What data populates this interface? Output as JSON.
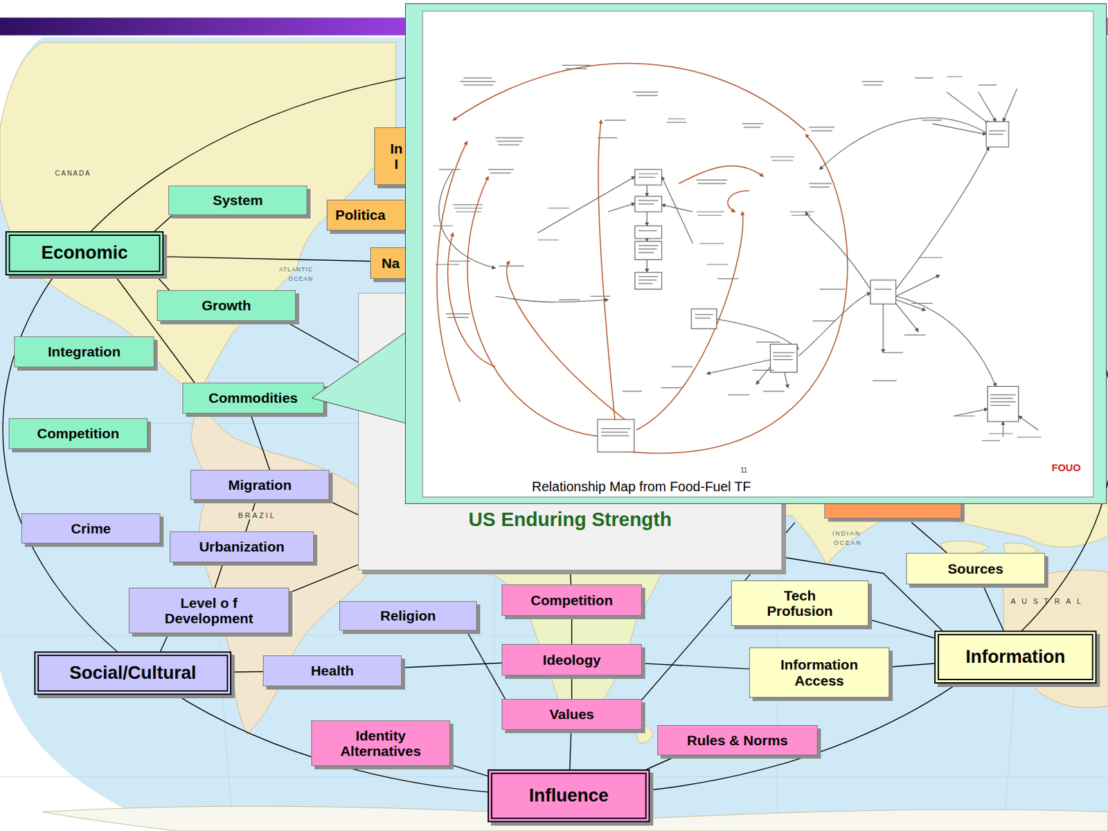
{
  "diagram": {
    "nodes": [
      {
        "text": [
          "Economic"
        ]
      },
      {
        "text": [
          "System"
        ]
      },
      {
        "text": [
          "Growth"
        ]
      },
      {
        "text": [
          "Integration"
        ]
      },
      {
        "text": [
          "Commodities"
        ]
      },
      {
        "text": [
          "Competition"
        ]
      },
      {
        "text": [
          "In I"
        ]
      },
      {
        "text": [
          "Politica"
        ]
      },
      {
        "text": [
          "Na"
        ]
      },
      {
        "text": [
          "Relationship Map from Food-Fuel TF"
        ]
      },
      {
        "text": [
          "US Enduring Strength"
        ]
      },
      {
        "text": [
          "Migration"
        ]
      },
      {
        "text": [
          "Crime"
        ]
      },
      {
        "text": [
          "Urbanization"
        ]
      },
      {
        "text": [
          "Level o f Development"
        ]
      },
      {
        "text": [
          "Religion"
        ]
      },
      {
        "text": [
          "Social/Cultural"
        ]
      },
      {
        "text": [
          "Health"
        ]
      },
      {
        "text": [
          "Competition"
        ]
      },
      {
        "text": [
          "Ideology"
        ]
      },
      {
        "text": [
          "Values"
        ]
      },
      {
        "text": [
          "Identity Alternatives"
        ]
      },
      {
        "text": [
          "Rules & Norms"
        ]
      },
      {
        "text": [
          "Influence"
        ]
      },
      {
        "text": [
          "Tech Profusion"
        ]
      },
      {
        "text": [
          "Information Access"
        ]
      },
      {
        "text": [
          "Sources"
        ]
      },
      {
        "text": [
          "Information"
        ]
      }
    ],
    "edges": [
      {
        "from": 0,
        "to": 1,
        "arrow": "none"
      },
      {
        "from": 0,
        "to": 2,
        "arrow": "none"
      },
      {
        "from": 0,
        "to": 4,
        "arrow": "none"
      },
      {
        "from": 0,
        "to": 8,
        "arrow": "none"
      },
      {
        "from": 4,
        "to": 9,
        "arrow": "none"
      },
      {
        "from": 2,
        "to": 10,
        "arrow": "none"
      },
      {
        "from": 4,
        "to": 11,
        "arrow": "none"
      },
      {
        "from": 11,
        "to": 10,
        "arrow": "none"
      },
      {
        "from": 11,
        "to": 13,
        "arrow": "none"
      },
      {
        "from": 13,
        "to": 14,
        "arrow": "none"
      },
      {
        "from": 14,
        "to": 10,
        "arrow": "none"
      },
      {
        "from": 14,
        "to": 16,
        "arrow": "none"
      },
      {
        "from": 15,
        "to": 20,
        "arrow": "none"
      },
      {
        "from": 16,
        "to": 17,
        "arrow": "none"
      },
      {
        "from": 17,
        "to": 19,
        "arrow": "none"
      },
      {
        "from": 10,
        "to": 18,
        "arrow": "none"
      },
      {
        "from": 18,
        "to": 19,
        "arrow": "none"
      },
      {
        "from": 19,
        "to": 20,
        "arrow": "none"
      },
      {
        "from": 20,
        "to": 23,
        "arrow": "none"
      },
      {
        "from": 21,
        "to": 23,
        "arrow": "none"
      },
      {
        "from": 22,
        "to": 23,
        "arrow": "none"
      },
      {
        "from": 19,
        "to": 25,
        "arrow": "none"
      },
      {
        "from": 25,
        "to": 27,
        "arrow": "none"
      },
      {
        "from": 24,
        "to": 27,
        "arrow": "none"
      },
      {
        "from": 26,
        "to": 27,
        "arrow": "none"
      },
      {
        "from": 10,
        "to": 27,
        "arrow": "none"
      }
    ],
    "labels": [
      "CANADA",
      "ATLANTIC",
      "OCEAN",
      "BRAZIL",
      "INDIAN",
      "OCEAN",
      "AUSTRAL",
      "11",
      "FOUO"
    ]
  }
}
